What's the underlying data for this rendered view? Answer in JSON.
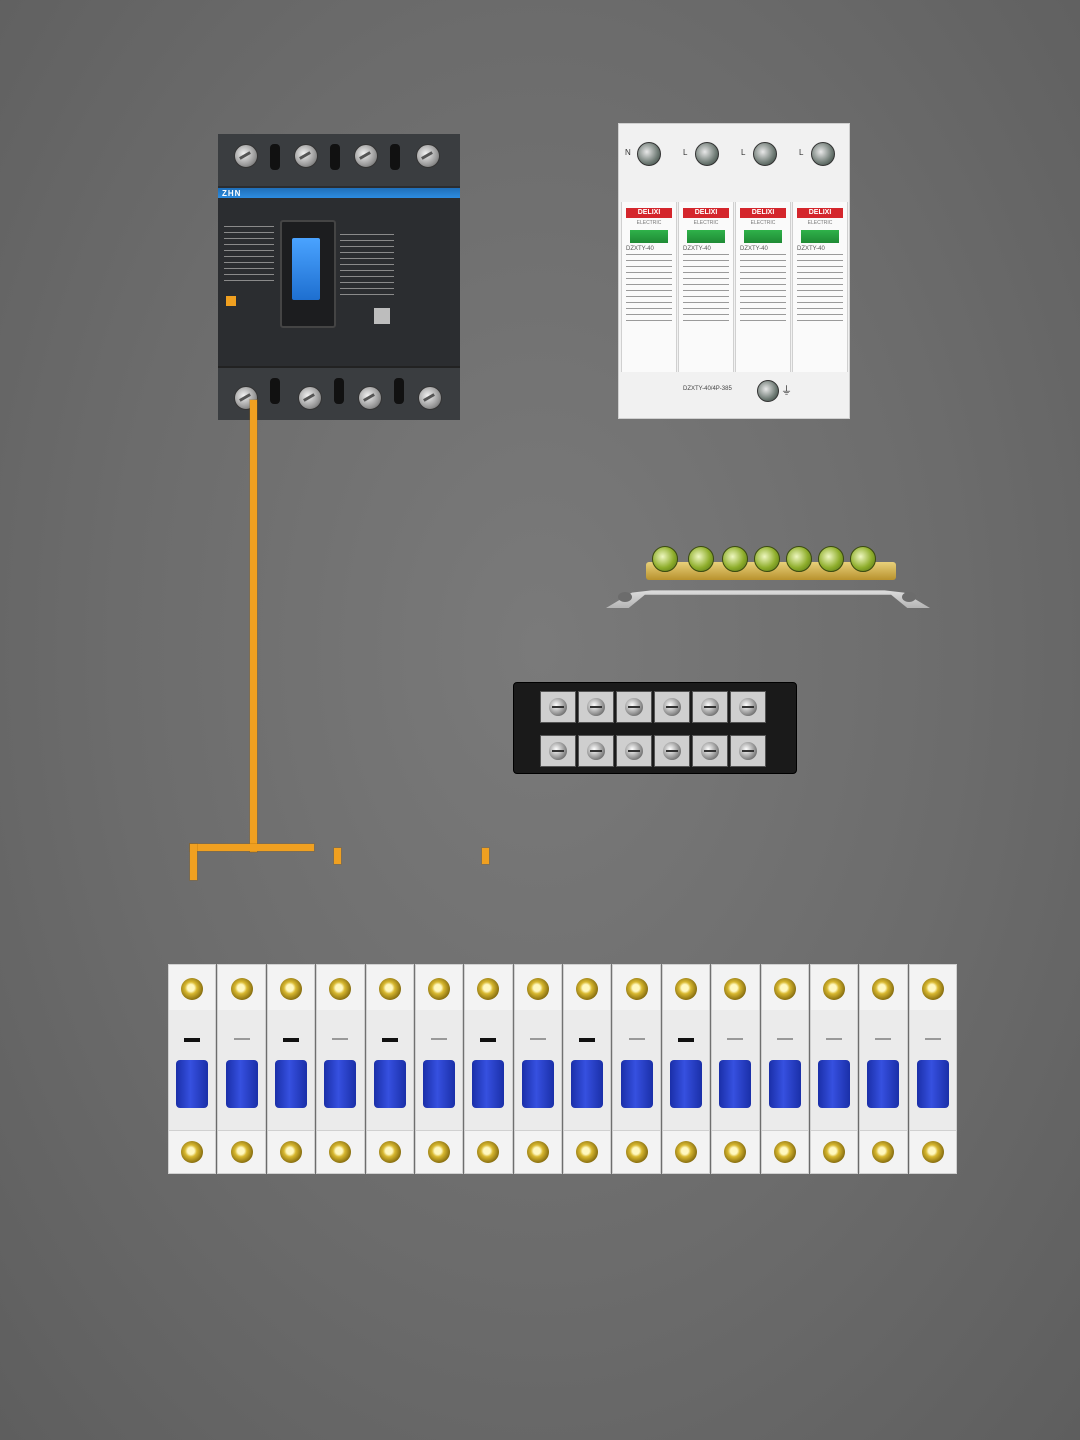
{
  "main_breaker": {
    "brand_text": "ZHN",
    "line_screws": 4,
    "load_screws": 4
  },
  "surge_protector": {
    "brand": "DELIXI",
    "sub_brand": "ELECTRIC",
    "module_model": "DZXTY-40",
    "terminal_labels": [
      "N",
      "L",
      "L",
      "L"
    ],
    "module_count": 4,
    "base_model": "DZXTY-40/4P-385",
    "ground_symbol": "⏚"
  },
  "ground_bus": {
    "screw_count": 7
  },
  "terminal_block": {
    "positions": 6
  },
  "mcb_row": {
    "breaker_count": 16
  },
  "colors": {
    "background": "#6c6c6c",
    "wire": "#f0a020",
    "mcb_handle": "#3650e0",
    "spd_brand": "#d4262c",
    "spd_indicator": "#2fb24a",
    "mccb_stripe": "#2d8ce0"
  }
}
